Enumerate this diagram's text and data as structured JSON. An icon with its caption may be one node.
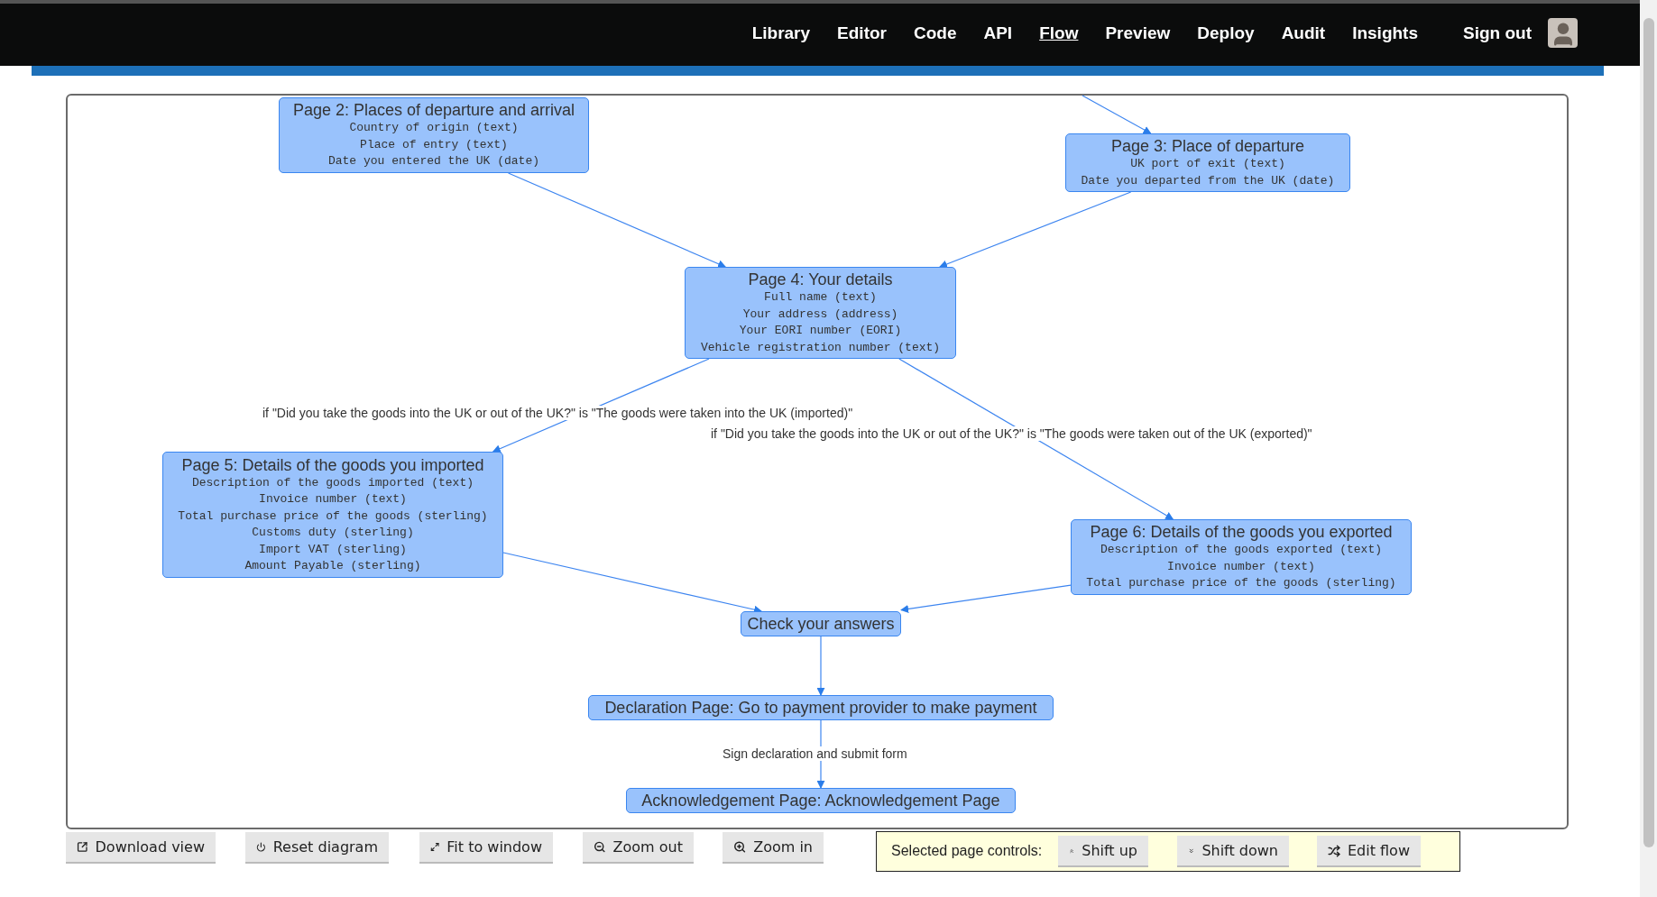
{
  "diagram": {
    "nodes": [
      {
        "text": [
          "Page 2: Places of departure and arrival",
          "Country of origin (text)",
          "Place of entry (text)",
          "Date you entered the UK (date)"
        ]
      },
      {
        "text": [
          "Page 3: Place of departure",
          "UK port of exit (text)",
          "Date you departed from the UK (date)"
        ]
      },
      {
        "text": [
          "Page 4: Your details",
          "Full name (text)",
          "Your address (address)",
          "Your EORI number (EORI)",
          "Vehicle registration number (text)"
        ]
      },
      {
        "text": [
          "Page 5: Details of the goods you imported",
          "Description of the goods imported (text)",
          "Invoice number (text)",
          "Total purchase price of the goods (sterling)",
          "Customs duty (sterling)",
          "Import VAT (sterling)",
          "Amount Payable (sterling)"
        ]
      },
      {
        "text": [
          "Page 6: Details of the goods you exported",
          "Description of the goods exported (text)",
          "Invoice number (text)",
          "Total purchase price of the goods (sterling)"
        ]
      },
      {
        "text": [
          "Check your answers"
        ]
      },
      {
        "text": [
          "Declaration Page: Go to payment provider to make payment"
        ]
      },
      {
        "text": [
          "Acknowledgement Page: Acknowledgement Page"
        ]
      }
    ],
    "edges": [
      {
        "from": null,
        "to": 1,
        "arrow": "to"
      },
      {
        "from": 0,
        "to": 2,
        "arrow": "to"
      },
      {
        "from": 1,
        "to": 2,
        "arrow": "to"
      },
      {
        "from": 2,
        "to": 3,
        "arrow": "to",
        "label": "if \"Did you take the goods into the UK or out of the UK?\" is \"The goods were taken into the UK (imported)\""
      },
      {
        "from": 2,
        "to": 4,
        "arrow": "to",
        "label": "if \"Did you take the goods into the UK or out of the UK?\" is \"The goods were taken out of the UK (exported)\""
      },
      {
        "from": 3,
        "to": 5,
        "arrow": "to"
      },
      {
        "from": 4,
        "to": 5,
        "arrow": "to"
      },
      {
        "from": 5,
        "to": 6,
        "arrow": "to"
      },
      {
        "from": 6,
        "to": 7,
        "arrow": "to",
        "label": "Sign declaration and submit form"
      }
    ],
    "labels": [
      "Library",
      "Editor",
      "Code",
      "API",
      "Flow",
      "Preview",
      "Deploy",
      "Audit",
      "Insights",
      "Sign out",
      "Download view",
      "Reset diagram",
      "Fit to window",
      "Zoom out",
      "Zoom in",
      "Selected page controls:",
      "Shift up",
      "Shift down",
      "Edit flow"
    ]
  }
}
